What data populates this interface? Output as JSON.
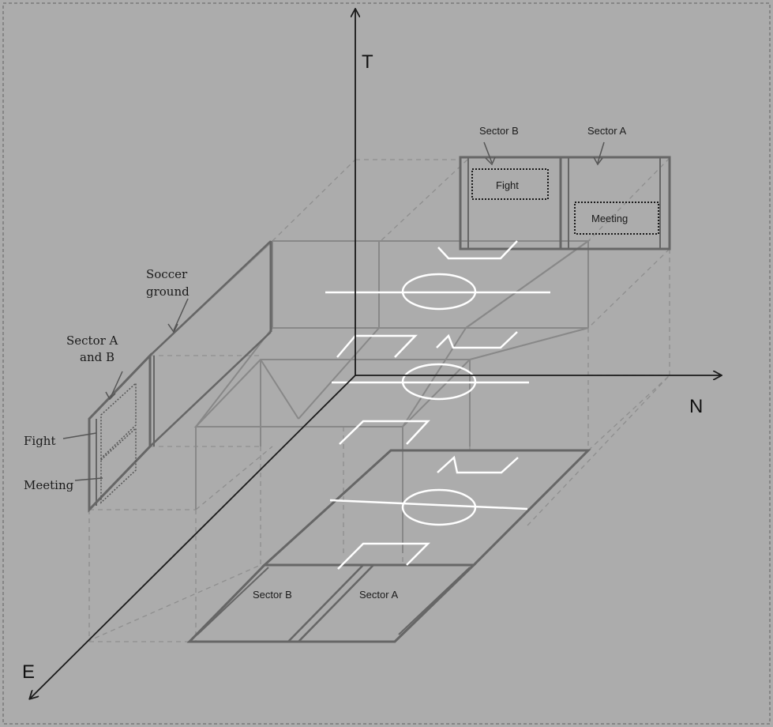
{
  "axes": {
    "t": "T",
    "n": "N",
    "e": "E"
  },
  "labels": {
    "soccer_ground": [
      "Soccer",
      "ground"
    ],
    "sector_a_and_b": [
      "Sector A",
      "and B"
    ],
    "fight_left": "Fight",
    "meeting_left": "Meeting",
    "sector_b_top": "Sector B",
    "sector_a_top": "Sector A",
    "fight_top": "Fight",
    "meeting_top": "Meeting",
    "sector_b_bottom": "Sector B",
    "sector_a_bottom": "Sector A"
  },
  "colors": {
    "background": "#acacac",
    "axis": "#1a1a1a",
    "frame": "#666666",
    "dashed": "#8e8e8e",
    "field_marking": "#ffffff"
  }
}
